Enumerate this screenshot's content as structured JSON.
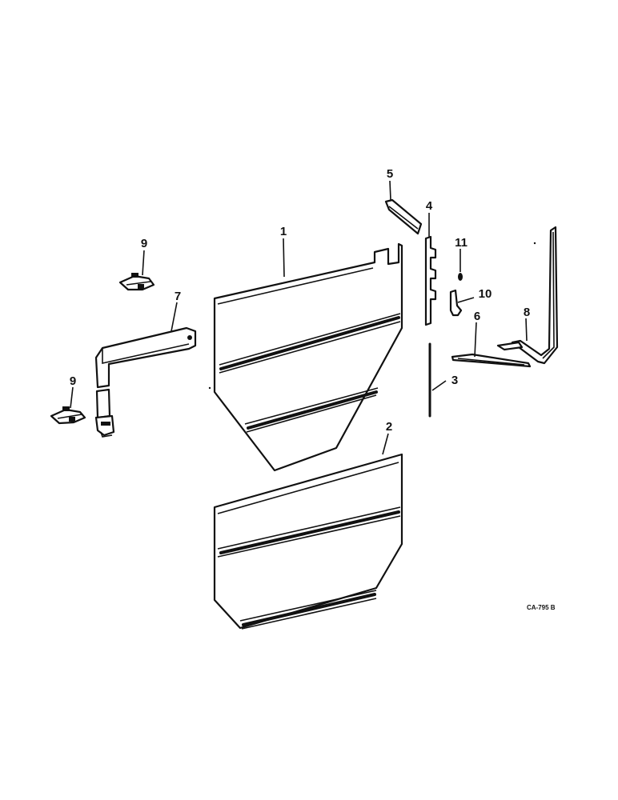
{
  "callouts": [
    {
      "id": "1",
      "label": "1"
    },
    {
      "id": "2",
      "label": "2"
    },
    {
      "id": "3",
      "label": "3"
    },
    {
      "id": "4",
      "label": "4"
    },
    {
      "id": "5",
      "label": "5"
    },
    {
      "id": "6",
      "label": "6"
    },
    {
      "id": "7",
      "label": "7"
    },
    {
      "id": "8",
      "label": "8"
    },
    {
      "id": "9a",
      "label": "9"
    },
    {
      "id": "9b",
      "label": "9"
    },
    {
      "id": "10",
      "label": "10"
    },
    {
      "id": "11",
      "label": "11"
    }
  ],
  "figure_ref": "CA-795 B"
}
